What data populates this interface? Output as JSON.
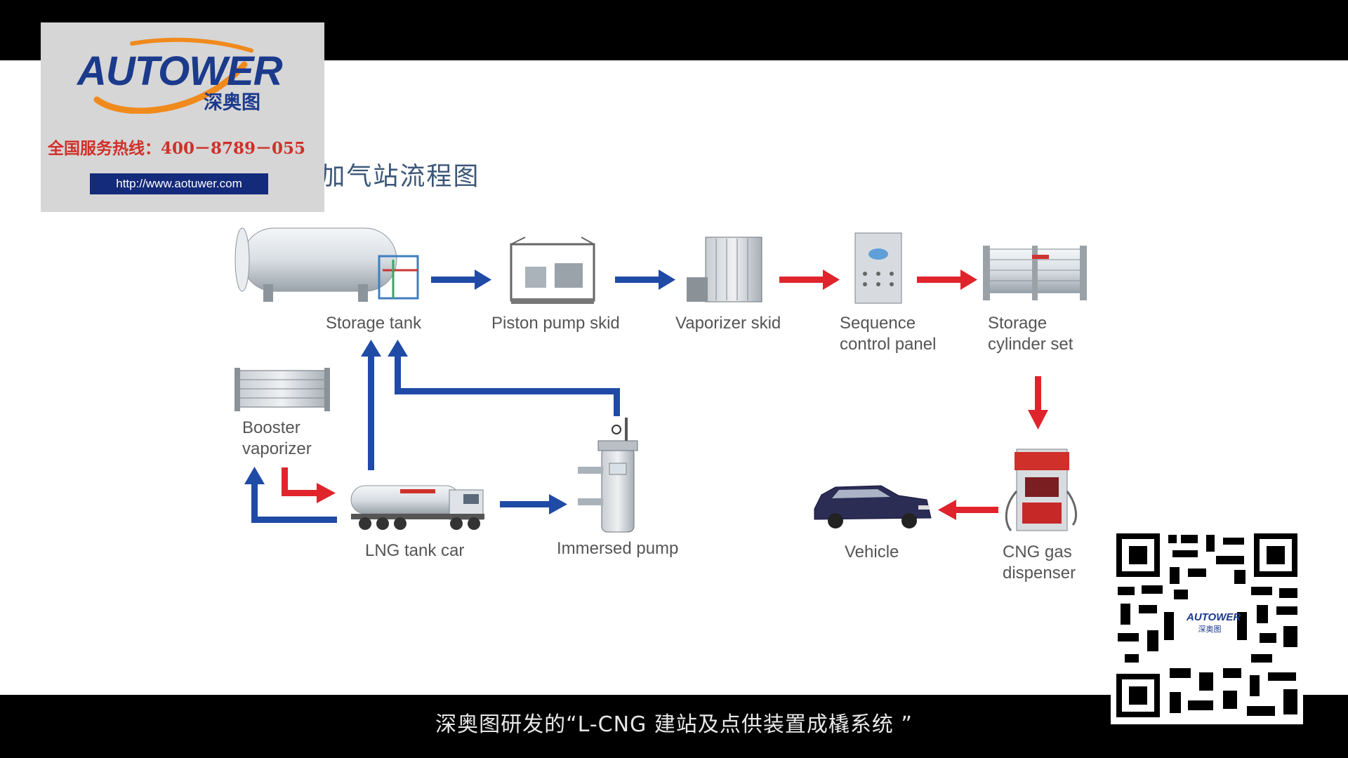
{
  "logo": {
    "brand": "AUTOWER",
    "brand_cn": "深奥图",
    "hotline": "全国服务热线：400－8789－055",
    "website": "http://www.aotuwer.com"
  },
  "diagram": {
    "title": "L-CNG加气站流程图",
    "labels": {
      "storage_tank": "Storage tank",
      "piston_pump_skid": "Piston pump skid",
      "vaporizer_skid": "Vaporizer skid",
      "sequence_control_panel": "Sequence\ncontrol panel",
      "storage_cylinder_set": "Storage\ncylinder set",
      "booster_vaporizer": "Booster\nvaporizer",
      "lng_tank_car": "LNG tank car",
      "immersed_pump": "Immersed pump",
      "vehicle": "Vehicle",
      "cng_gas_dispenser": "CNG gas\ndispenser"
    },
    "colors": {
      "lng_flow": "#1f4aa6",
      "cng_flow": "#e0242c"
    }
  },
  "qr": {
    "badge_brand": "AUTOWER",
    "badge_cn": "深奥图"
  },
  "subtitle": "深奥图研发的“L-CNG 建站及点供装置成橇系统 ”"
}
